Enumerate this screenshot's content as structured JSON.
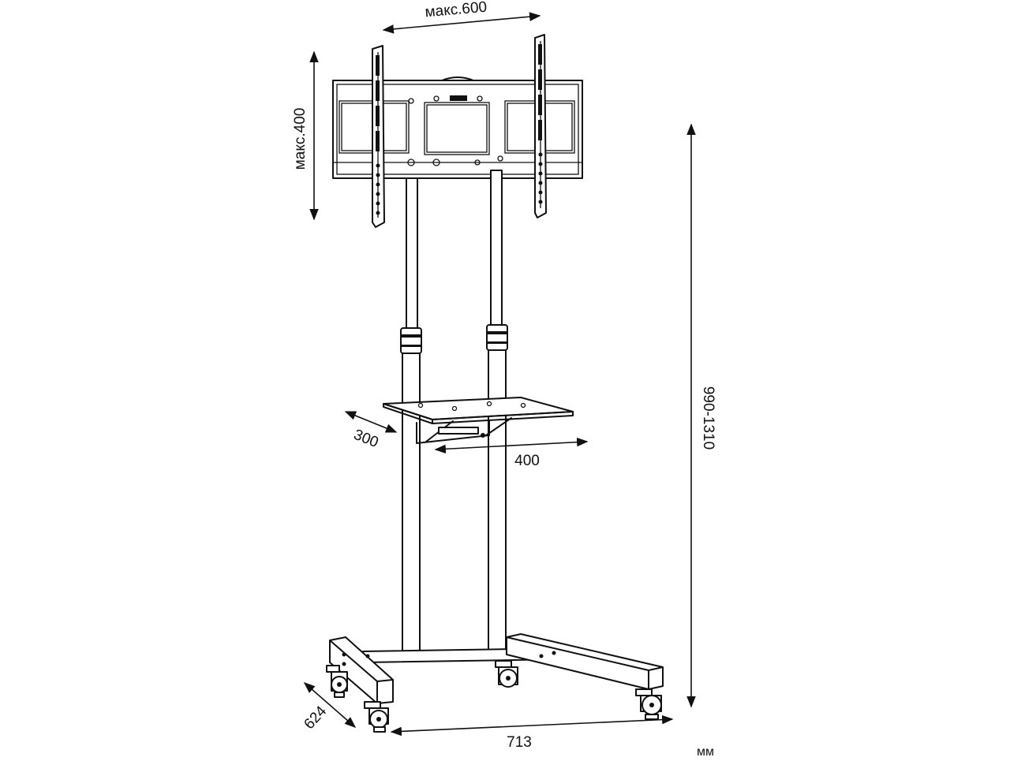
{
  "diagram": {
    "dimensions": {
      "mount_width_max": "макс.600",
      "mount_height_max": "макс.400",
      "total_height": "990-1310",
      "shelf_depth": "300",
      "shelf_width": "400",
      "base_depth": "624",
      "base_width": "713",
      "units": "мм"
    }
  }
}
